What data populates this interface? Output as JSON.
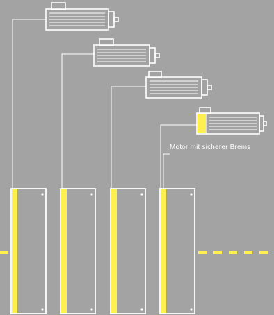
{
  "caption": "Motor mit sicherer Brems",
  "colors": {
    "background": "#a3a3a3",
    "line": "#ffffff",
    "highlight": "#fff050"
  },
  "motors": [
    {
      "id": 1,
      "safe_brake": false
    },
    {
      "id": 2,
      "safe_brake": false
    },
    {
      "id": 3,
      "safe_brake": false
    },
    {
      "id": 4,
      "safe_brake": true
    }
  ],
  "drive_modules": 4
}
